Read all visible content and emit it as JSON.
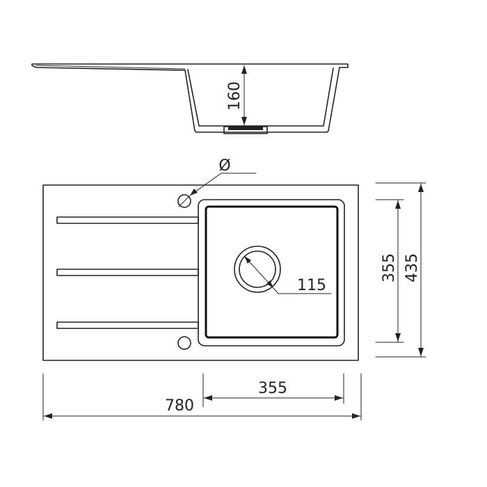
{
  "dimensions": {
    "bowl_depth": "160",
    "tap_hole": "Ø",
    "drain": "115",
    "bowl_length": "355",
    "overall_depth": "435",
    "bowl_width": "355",
    "overall_width": "780"
  },
  "colors": {
    "line": "#222222",
    "background": "#ffffff"
  }
}
